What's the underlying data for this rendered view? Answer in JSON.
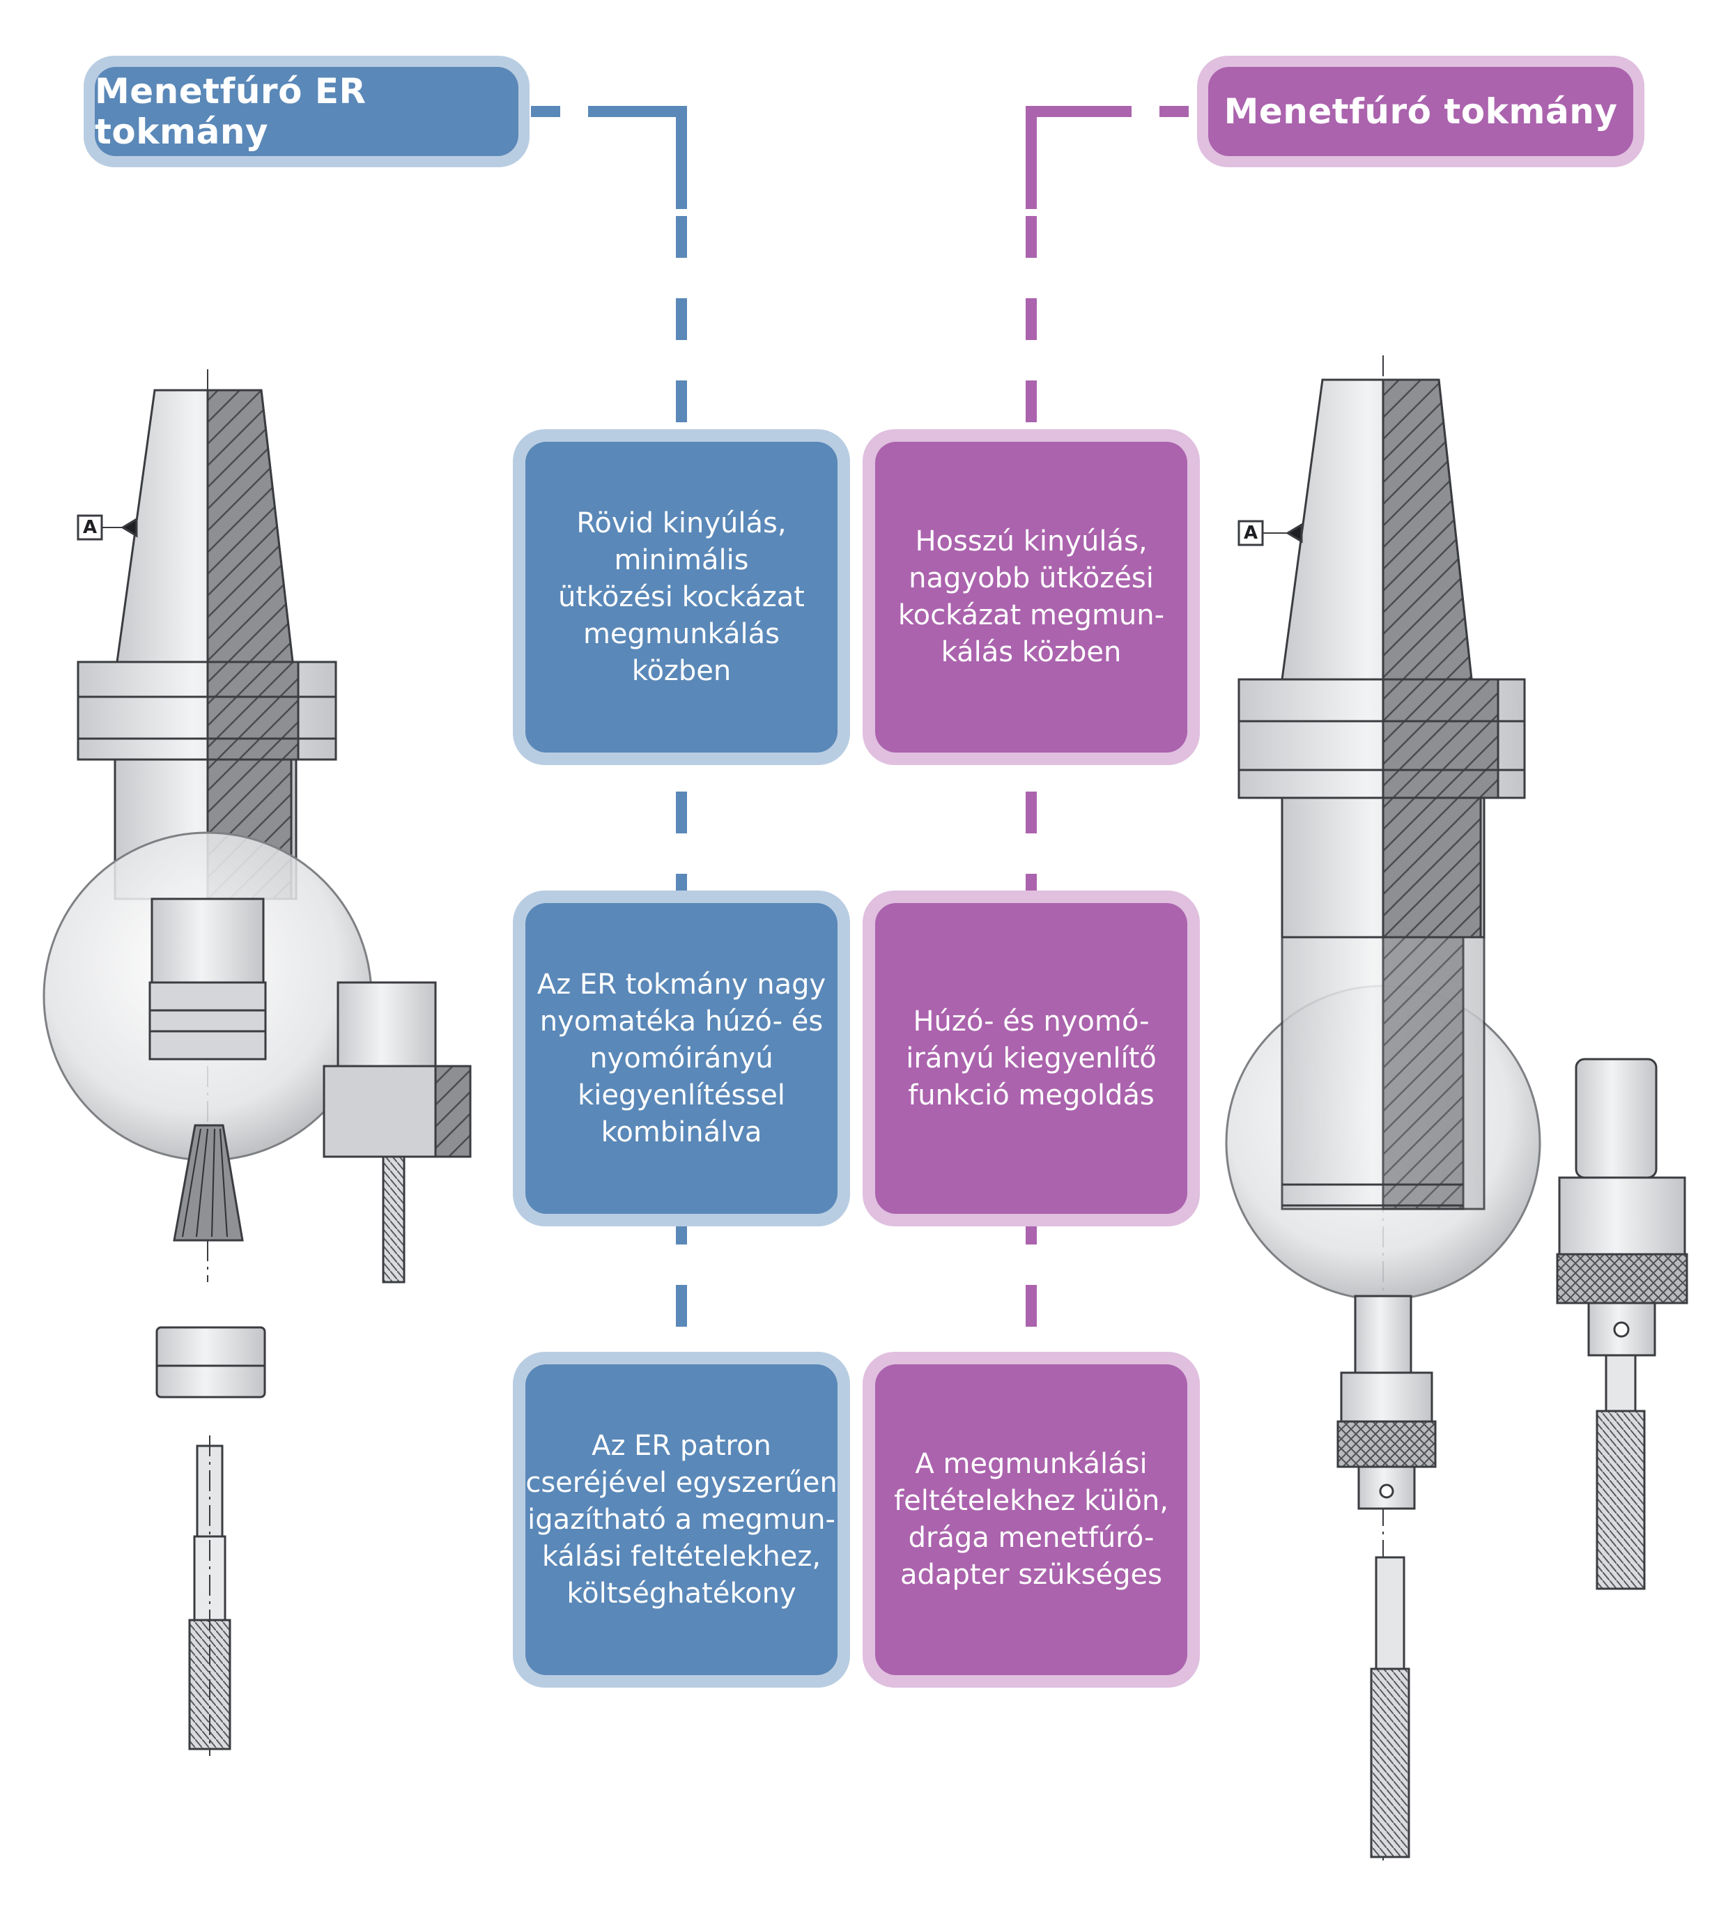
{
  "left": {
    "title": "Menetfúró ER tokmány",
    "boxes": [
      [
        "Rövid kinyúlás,",
        "minimális",
        "ütközési kockázat",
        "megmunkálás",
        "közben"
      ],
      [
        "Az ER tokmány nagy",
        "nyomatéka húzó- és",
        "nyomóirányú",
        "kiegyenlítéssel",
        "kombinálva"
      ],
      [
        "Az ER patron",
        "cseréjével egyszerűen",
        "igazítható a megmun-",
        "kálási feltételekhez,",
        "költséghatékony"
      ]
    ]
  },
  "right": {
    "title": "Menetfúró tokmány",
    "boxes": [
      [
        "Hosszú kinyúlás,",
        "nagyobb ütközési",
        "kockázat megmun-",
        "kálás közben"
      ],
      [
        "Húzó- és nyomó-",
        "irányú kiegyenlítő",
        "funkció megoldás"
      ],
      [
        "A megmunkálási",
        "feltételekhez külön,",
        "drága menetfúró-",
        "adapter szükséges"
      ]
    ]
  },
  "datum_label": "A",
  "colors": {
    "blue": "#5a88b8",
    "blue_light": "#b9cde2",
    "purple": "#ab63ad",
    "purple_light": "#e0bfdf"
  }
}
